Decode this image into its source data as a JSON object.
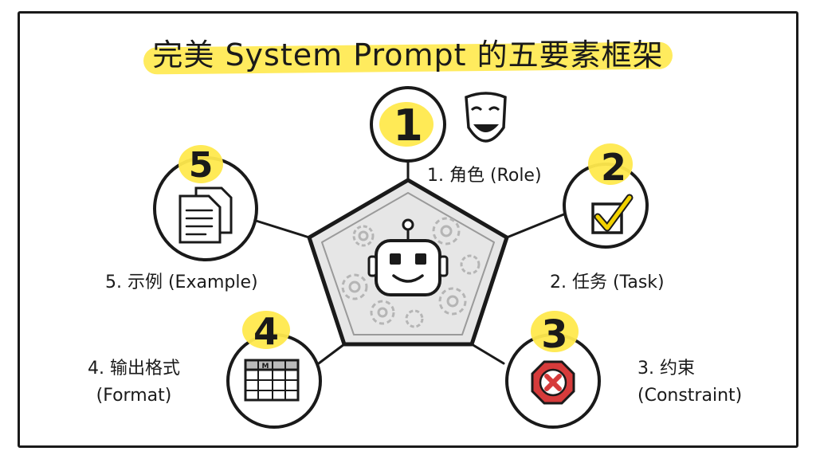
{
  "title": "完美 System Prompt 的五要素框架",
  "elements": [
    {
      "number": "1",
      "label": "1. 角色 (Role)",
      "icon": "theater-mask-icon"
    },
    {
      "number": "2",
      "label": "2. 任务 (Task)",
      "icon": "checkbox-checkmark-icon"
    },
    {
      "number": "3",
      "label_line1": "3. 约束",
      "label_line2": "(Constraint)",
      "icon": "stop-x-icon"
    },
    {
      "number": "4",
      "label_line1": "4. 输出格式",
      "label_line2": "(Format)",
      "icon": "table-grid-icon"
    },
    {
      "number": "5",
      "label": "5. 示例 (Example)",
      "icon": "documents-icon"
    }
  ],
  "table_icon_header": "M",
  "center_icon": "robot-icon",
  "colors": {
    "highlight": "#ffe94d",
    "ink": "#1a1a1a",
    "pentagon_fill": "#e6e6e6",
    "gear": "#b5b5b5",
    "stop_red": "#d63b3b",
    "checkmark": "#f2d200"
  }
}
